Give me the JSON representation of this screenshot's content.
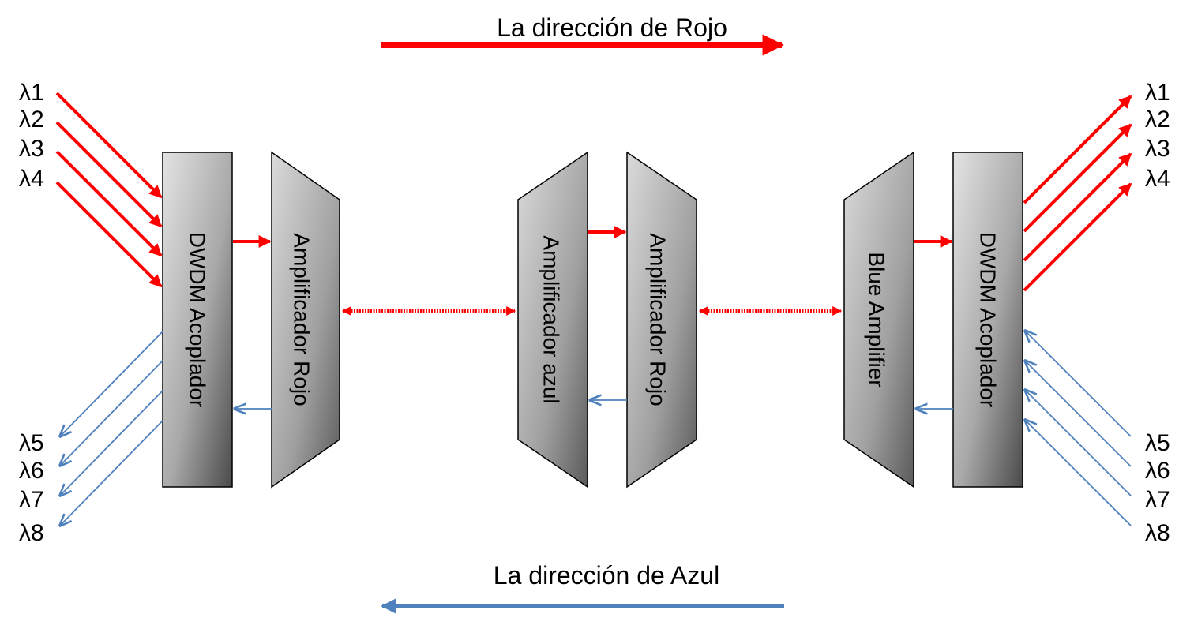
{
  "title_red": "La dirección de Rojo",
  "title_blue": "La dirección de Azul",
  "colors": {
    "red": "#ff0000",
    "blue": "#4f81bd",
    "block_edge": "#000000"
  },
  "left_inputs": [
    "λ1",
    "λ2",
    "λ3",
    "λ4"
  ],
  "left_outputs": [
    "λ5",
    "λ6",
    "λ7",
    "λ8"
  ],
  "right_outputs": [
    "λ1",
    "λ2",
    "λ3",
    "λ4"
  ],
  "right_inputs": [
    "λ5",
    "λ6",
    "λ7",
    "λ8"
  ],
  "blocks": {
    "left_coupler": "DWDM Acoplador",
    "left_amp": "Amplificador Rojo",
    "mid_blue_amp": "Amplificador azul",
    "mid_red_amp": "Amplificador Rojo",
    "right_amp": "Blue Amplifier",
    "right_coupler": "DWDM Acoplador"
  }
}
